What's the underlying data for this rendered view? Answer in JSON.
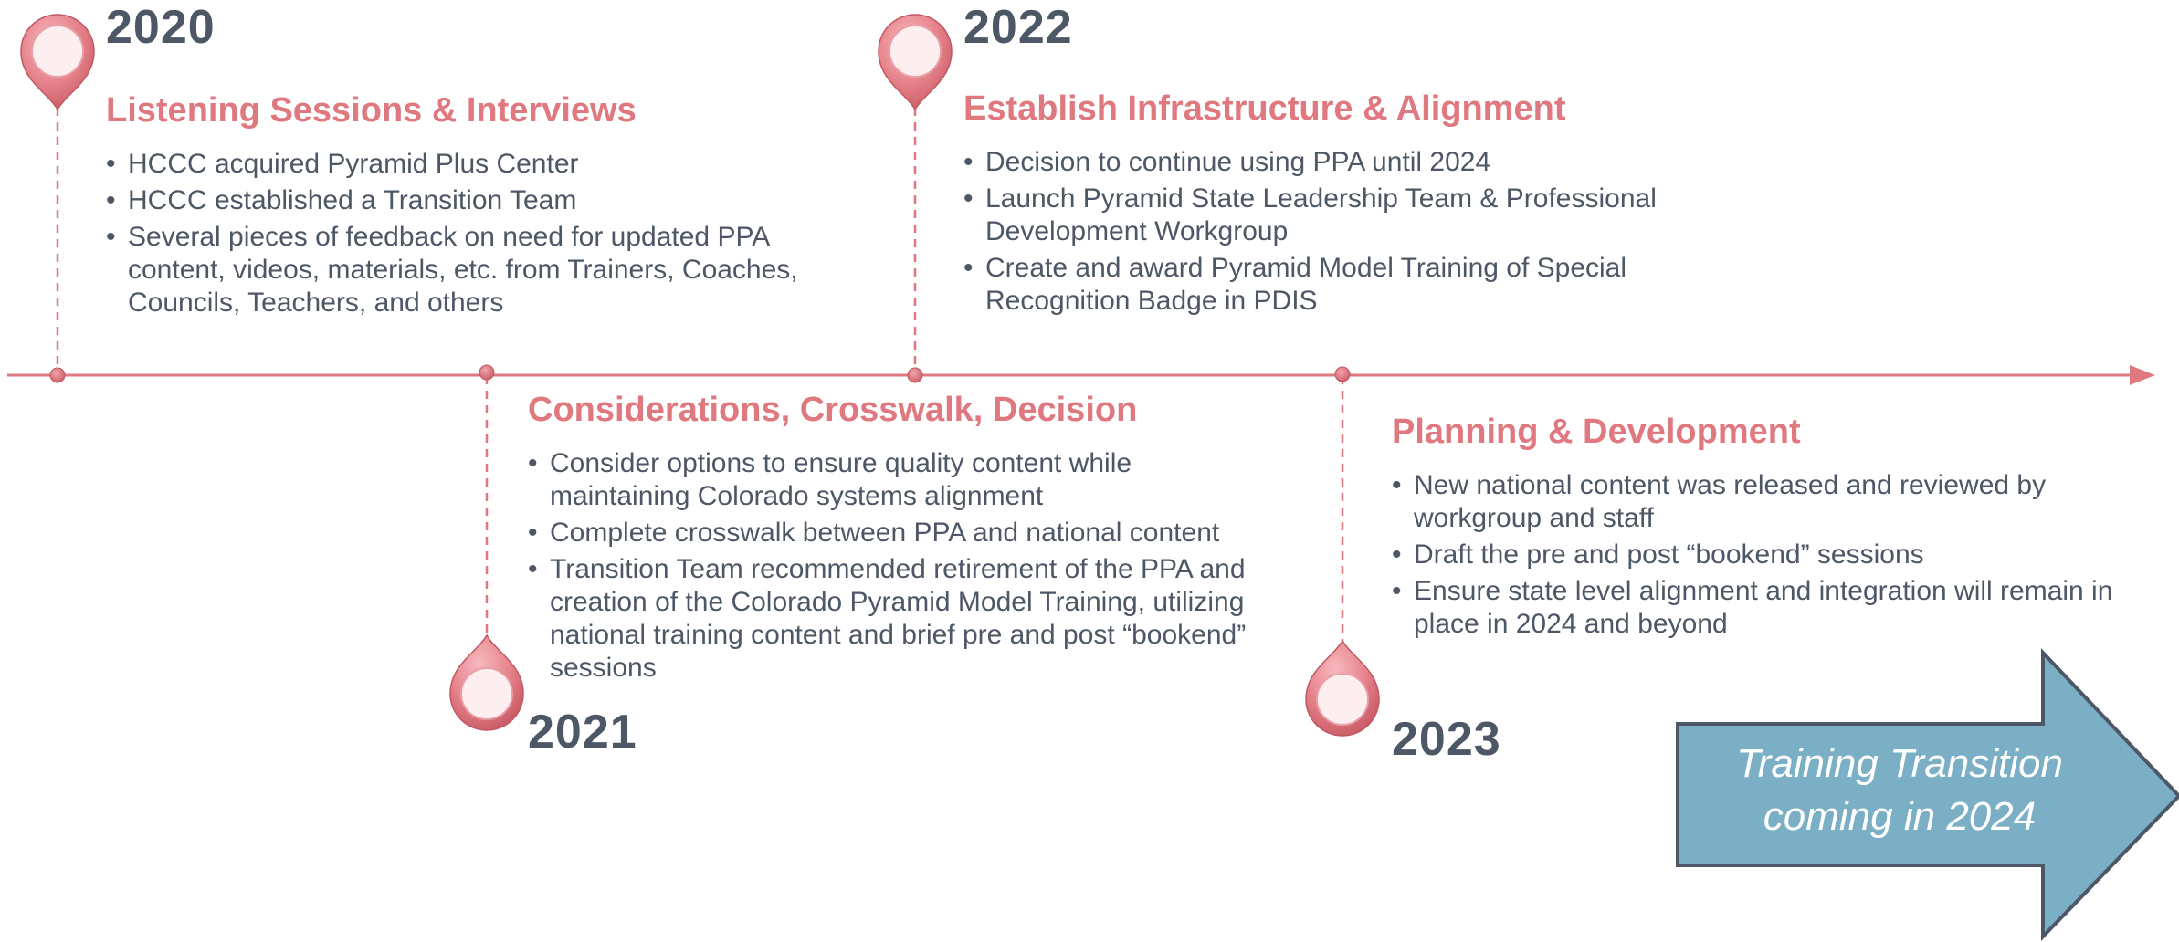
{
  "milestones": [
    {
      "year": "2020",
      "title": "Listening Sessions & Interviews",
      "bullets": [
        "HCCC acquired Pyramid Plus Center",
        "HCCC established a Transition Team",
        "Several pieces of feedback on need for updated PPA content, videos, materials, etc. from Trainers, Coaches, Councils, Teachers, and others"
      ]
    },
    {
      "year": "2021",
      "title": "Considerations, Crosswalk, Decision",
      "bullets": [
        "Consider options to ensure quality content while maintaining Colorado systems alignment",
        "Complete crosswalk between PPA and national content",
        "Transition Team recommended retirement of the PPA and creation of the Colorado Pyramid Model Training, utilizing national training content and brief pre and post “bookend” sessions"
      ]
    },
    {
      "year": "2022",
      "title": "Establish Infrastructure & Alignment",
      "bullets": [
        "Decision to continue using PPA until 2024",
        "Launch Pyramid State Leadership Team & Professional Development Workgroup",
        "Create and award Pyramid Model Training of Special Recognition Badge in PDIS"
      ]
    },
    {
      "year": "2023",
      "title": "Planning & Development",
      "bullets": [
        "New national content was released and reviewed by workgroup and staff",
        "Draft the pre and post “bookend” sessions",
        "Ensure state level alignment and integration will remain in place in 2024 and beyond"
      ]
    }
  ],
  "cta": {
    "line1": "Training Transition",
    "line2": "coming in 2024"
  },
  "colors": {
    "accent": "#e07880",
    "text": "#4d5766",
    "arrow_fill": "#7aafc5",
    "arrow_stroke": "#4d5766"
  }
}
